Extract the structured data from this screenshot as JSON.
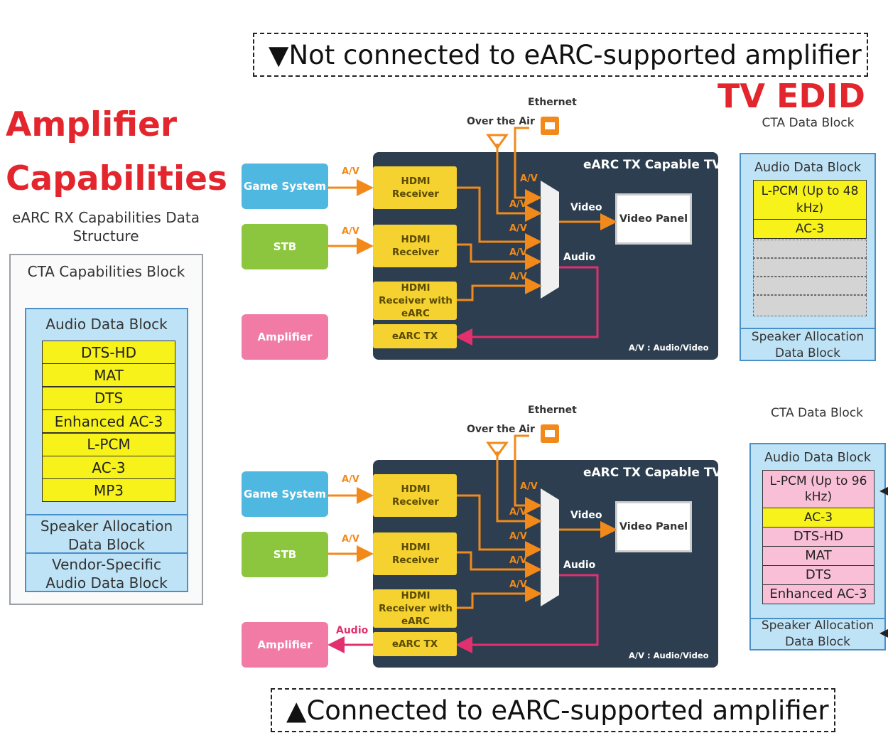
{
  "captions": {
    "top": "▼Not connected to eARC-supported amplifier",
    "bottom": "▲Connected to eARC-supported amplifier"
  },
  "left": {
    "title_line1": "Amplifier",
    "title_line2": "Capabilities",
    "subtitle": "eARC RX Capabilities Data Structure",
    "cta_block": "CTA Capabilities Block",
    "audio_data_block": "Audio Data Block",
    "formats": [
      "DTS-HD",
      "MAT",
      "DTS",
      "Enhanced AC-3",
      "L-PCM",
      "AC-3",
      "MP3"
    ],
    "speaker_allocation": "Speaker Allocation Data Block",
    "vendor_specific": "Vendor-Specific Audio Data Block"
  },
  "tv_edid_title": "TV EDID",
  "diagram_labels": {
    "ethernet": "Ethernet",
    "over_the_air": "Over the Air",
    "tv": "eARC TX Capable TV",
    "game_system": "Game System",
    "stb": "STB",
    "amplifier": "Amplifier",
    "hdmi_receiver": "HDMI Receiver",
    "hdmi_receiver_earc": "HDMI Receiver with eARC",
    "earc_tx": "eARC TX",
    "video_panel": "Video Panel",
    "av": "A/V",
    "video": "Video",
    "audio": "Audio",
    "legend": "A/V : Audio/Video"
  },
  "edid_top": {
    "cta_data_block": "CTA Data Block",
    "audio_data_block": "Audio Data Block",
    "lpcm": "L-PCM (Up to 48 kHz)",
    "ac3": "AC-3",
    "speaker_allocation": "Speaker Allocation Data Block"
  },
  "edid_bottom": {
    "cta_data_block": "CTA Data Block",
    "audio_data_block": "Audio Data Block",
    "lpcm": "L-PCM (Up to 96 kHz)",
    "ac3": "AC-3",
    "formats": [
      "DTS-HD",
      "MAT",
      "DTS",
      "Enhanced AC-3"
    ],
    "speaker_allocation": "Speaker Allocation Data Block"
  },
  "colors": {
    "title_red": "#e3262d",
    "format_yellow": "#f7f21a",
    "format_pink": "#f9bfd6",
    "block_blue": "#bfe3f6",
    "tv_dark": "#2c3e50",
    "arrow_orange": "#f28a1b",
    "arrow_pink": "#e0306e",
    "game_system": "#4fb8e0",
    "stb": "#8cc63f",
    "amplifier": "#f27ba6"
  }
}
